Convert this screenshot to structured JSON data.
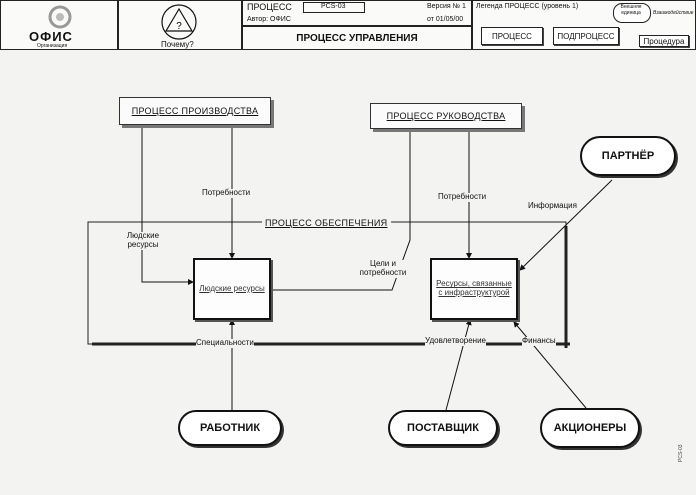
{
  "header": {
    "logo_text": "ОФИС",
    "logo_subtext": "Организация",
    "why_label": "Почему?",
    "process_label": "ПРОЦЕСС",
    "process_code": "PCS-03",
    "version": "Версия № 1",
    "author": "Автор: ОФИС",
    "date": "от 01/05/00",
    "title": "ПРОЦЕСС УПРАВЛЕНИЯ",
    "legend": "Легенда ПРОЦЕСС (уровень 1)",
    "external_unit": "Внешняя единица",
    "interaction": "Взаимодействие",
    "btn_process": "ПРОЦЕСС",
    "btn_subprocess": "ПОДПРОЦЕСС",
    "btn_procedure": "Процедура"
  },
  "diagram": {
    "proc_production": "ПРОЦЕСС ПРОИЗВОДСТВА",
    "proc_management": "ПРОЦЕСС РУКОВОДСТВА",
    "proc_support": "ПРОЦЕСС ОБЕСПЕЧЕНИЯ",
    "human_resources": "Людские ресурсы",
    "infra_resources": "Ресурсы, связанные с инфраструктурой",
    "partner": "ПАРТНЁР",
    "worker": "РАБОТНИК",
    "supplier": "ПОСТАВЩИК",
    "shareholders": "АКЦИОНЕРЫ",
    "labels": {
      "needs_1": "Потребности",
      "needs_2": "Потребности",
      "human_res": "Людские ресурсы",
      "goals": "Цели и потребности",
      "information": "Информация",
      "specialties": "Специальности",
      "satisfaction": "Удовлетворение",
      "finance": "Финансы"
    },
    "side_code": "PCS-03"
  }
}
